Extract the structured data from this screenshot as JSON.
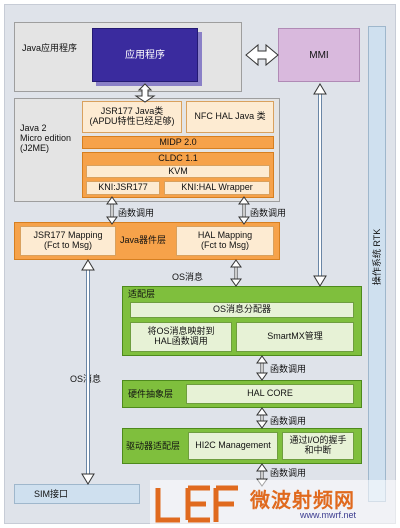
{
  "java_app_program": "Java应用程序",
  "app": "应用程序",
  "mmi": "MMI",
  "j2me": "Java 2\nMicro edition\n(J2ME)",
  "jsr177_class": "JSR177  Java类\n(APDU特性已经足够)",
  "nfc_hal_java": "NFC HAL Java 类",
  "midp": "MIDP 2.0",
  "cldc": "CLDC 1.1",
  "kvm": "KVM",
  "kni_jsr177": "KNI:JSR177",
  "kni_hal": "KNI:HAL Wrapper",
  "func_call": "函数调用",
  "jsr177_mapping": "JSR177 Mapping\n(Fct to Msg)",
  "java_device_layer": "Java器件层",
  "hal_mapping": "HAL Mapping\n(Fct to Msg)",
  "os_msg": "OS消息",
  "adapt_layer": "适配层",
  "os_dispatcher": "OS消息分配器",
  "os_to_hal": "将OS消息映射到\nHAL函数调用",
  "smartmx": "SmartMX管理",
  "hal_layer": "硬件抽象层",
  "hal_core": "HAL CORE",
  "driver_layer": "驱动器适配层",
  "hi2c": "HI2C Management",
  "io_handshake": "通过I/O的握手\n和中断",
  "sim_if": "SIM接口",
  "rtk": "操作系统 RTK",
  "watermark_cn": "微波射频网",
  "watermark_url": "www.mwrf.net"
}
